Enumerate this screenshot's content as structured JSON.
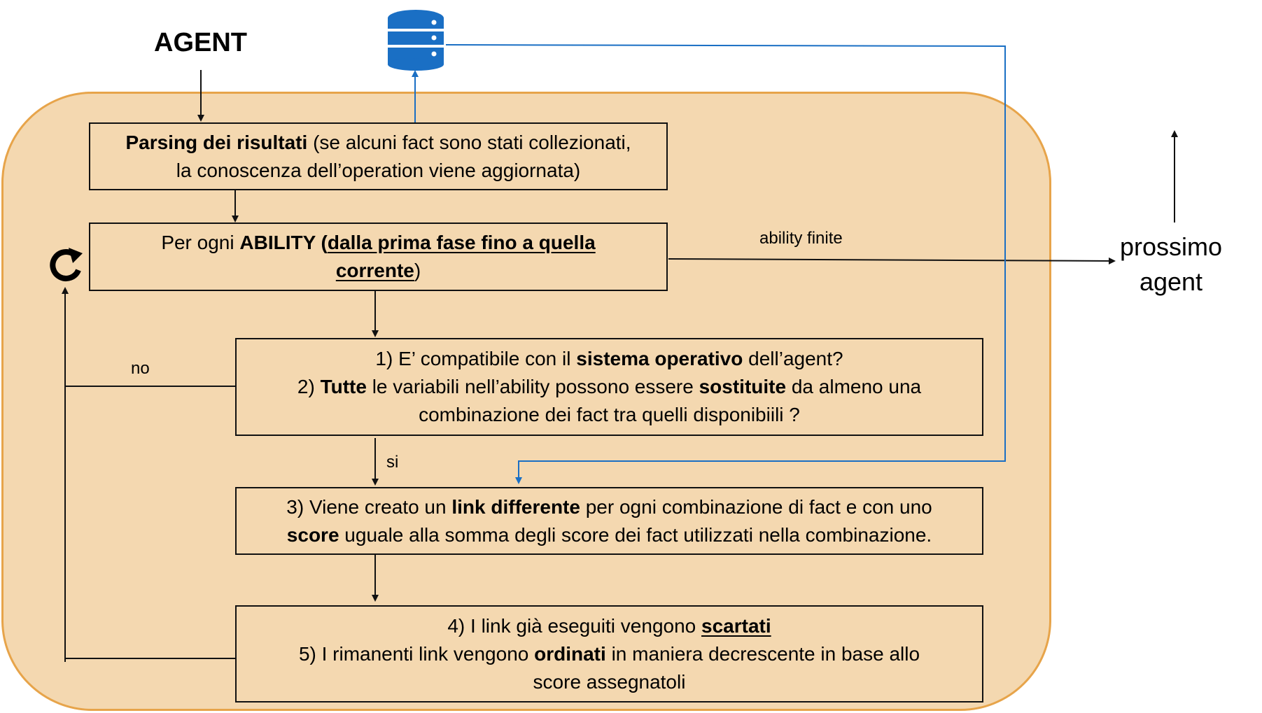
{
  "agent_title": "AGENT",
  "database_icon": "database-icon",
  "loop_icon": "refresh-icon",
  "colors": {
    "container_fill": "#f4d8b0",
    "container_border": "#e7a44a",
    "database_blue": "#1a6fc4",
    "feedback_line": "#1a6fc4",
    "box_border": "#111111"
  },
  "parsing_box": {
    "line1_bold": "Parsing dei risultati",
    "line1_rest": " (se alcuni fact sono stati collezionati,",
    "line2": "la conoscenza dell’operation viene aggiornata)"
  },
  "ability_box": {
    "line1_pre": "Per ogni ",
    "line1_bold": "ABILITY",
    "line1_mid": " (",
    "line1_underlined": "dalla prima fase fino a quella",
    "line2_underlined": "corrente",
    "line2_post": ")"
  },
  "check_box": {
    "l1_pre": "1) E’ compatibile con il ",
    "l1_bold": "sistema operativo",
    "l1_post": " dell’agent?",
    "l2_pre": "2) ",
    "l2_bold1": "Tutte",
    "l2_mid": " le variabili nell’ability possono essere ",
    "l2_bold2": "sostituite",
    "l2_post": " da almeno una",
    "l3": "combinazione dei fact tra quelli disponibiili ?"
  },
  "link_box": {
    "l1_pre": "3) Viene creato un ",
    "l1_bold": "link differente",
    "l1_post": " per ogni combinazione di fact e con uno",
    "l2_bold": "score",
    "l2_post": " uguale alla somma degli score dei fact utilizzati nella combinazione."
  },
  "sort_box": {
    "l1_pre": "4) I link già eseguiti vengono ",
    "l1_boldu": "scartati",
    "l2_pre": "5) I rimanenti link vengono ",
    "l2_bold": "ordinati",
    "l2_post": " in maniera decrescente in base allo",
    "l3": "score assegnatoli"
  },
  "labels": {
    "ability_finite": "ability finite",
    "no": "no",
    "si": "si"
  },
  "next_agent": {
    "line1": "prossimo",
    "line2": "agent"
  }
}
